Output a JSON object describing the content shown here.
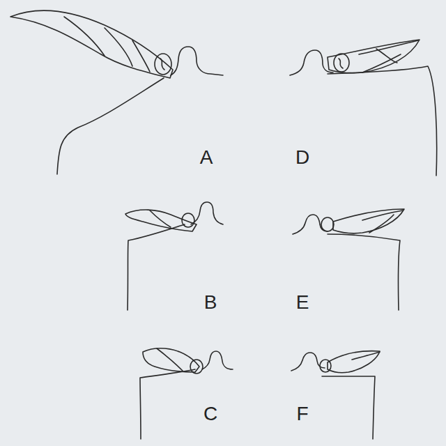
{
  "diagram": {
    "labels": [
      "A",
      "D",
      "B",
      "E",
      "C",
      "F"
    ]
  }
}
